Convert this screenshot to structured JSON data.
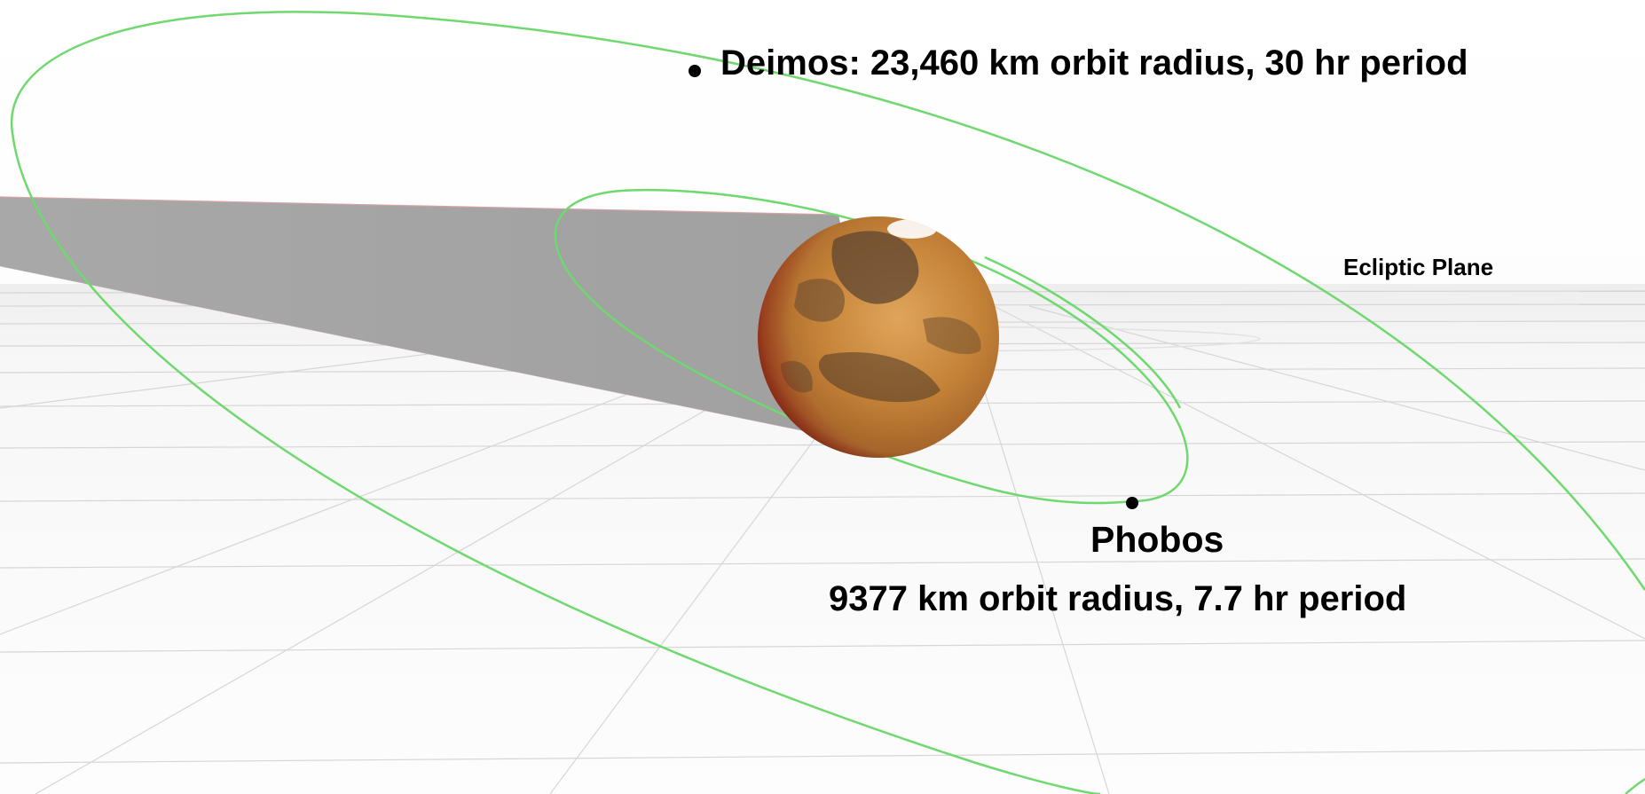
{
  "labels": {
    "deimos": "Deimos: 23,460 km orbit radius,  30 hr period",
    "phobos_name": "Phobos",
    "phobos_detail": "9377 km orbit radius, 7.7 hr period",
    "ecliptic": "Ecliptic Plane"
  },
  "colors": {
    "orbit": "#6fd86f",
    "shadow": "#9a9a9a",
    "grid": "#cfcfcf",
    "planet": "#c8873c",
    "marker": "#000000",
    "text": "#000000"
  },
  "icons": {
    "planet": "mars-sphere",
    "moon_marker": "dot-marker"
  }
}
